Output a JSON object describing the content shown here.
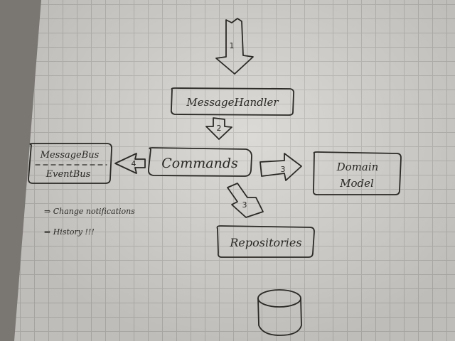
{
  "nodes": {
    "message_handler": "MessageHandler",
    "commands": "Commands",
    "message_bus": "MessageBus",
    "event_bus": "EventBus",
    "domain_model_line1": "Domain",
    "domain_model_line2": "Model",
    "repositories": "Repositories"
  },
  "arrows": {
    "entry": "1",
    "handler_to_commands": "2",
    "commands_to_bus": "4",
    "commands_to_domain": "3",
    "commands_to_repos": "3"
  },
  "notes": [
    "⇒ Change notifications",
    "⇒ History !!!"
  ],
  "colors": {
    "ink": "#2b2925",
    "paper": "#d4d2ce",
    "grid": "#b8b6b2"
  }
}
